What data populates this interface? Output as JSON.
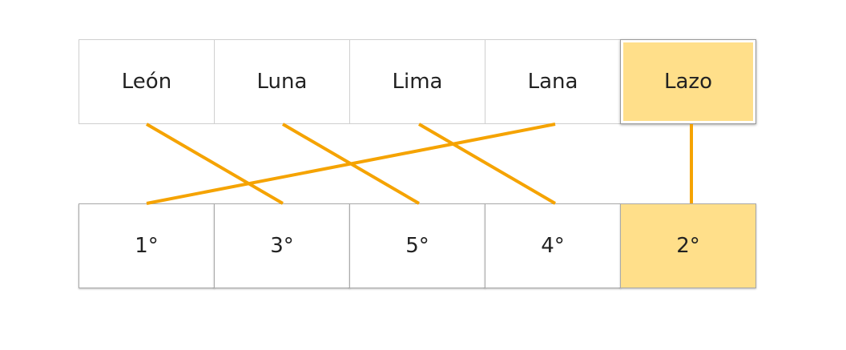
{
  "words": [
    {
      "label": "León",
      "selected": false
    },
    {
      "label": "Luna",
      "selected": false
    },
    {
      "label": "Lima",
      "selected": false
    },
    {
      "label": "Lana",
      "selected": false
    },
    {
      "label": "Lazo",
      "selected": true
    }
  ],
  "orders": [
    {
      "label": "1°",
      "selected": false
    },
    {
      "label": "3°",
      "selected": false
    },
    {
      "label": "5°",
      "selected": false
    },
    {
      "label": "4°",
      "selected": false
    },
    {
      "label": "2°",
      "selected": true
    }
  ],
  "matches": [
    {
      "word": "León",
      "order": "3°"
    },
    {
      "word": "Luna",
      "order": "5°"
    },
    {
      "word": "Lima",
      "order": "4°"
    },
    {
      "word": "Lana",
      "order": "1°"
    },
    {
      "word": "Lazo",
      "order": "2°"
    }
  ],
  "colors": {
    "link": "#f5a300",
    "selected_fill": "#ffdf8a"
  }
}
